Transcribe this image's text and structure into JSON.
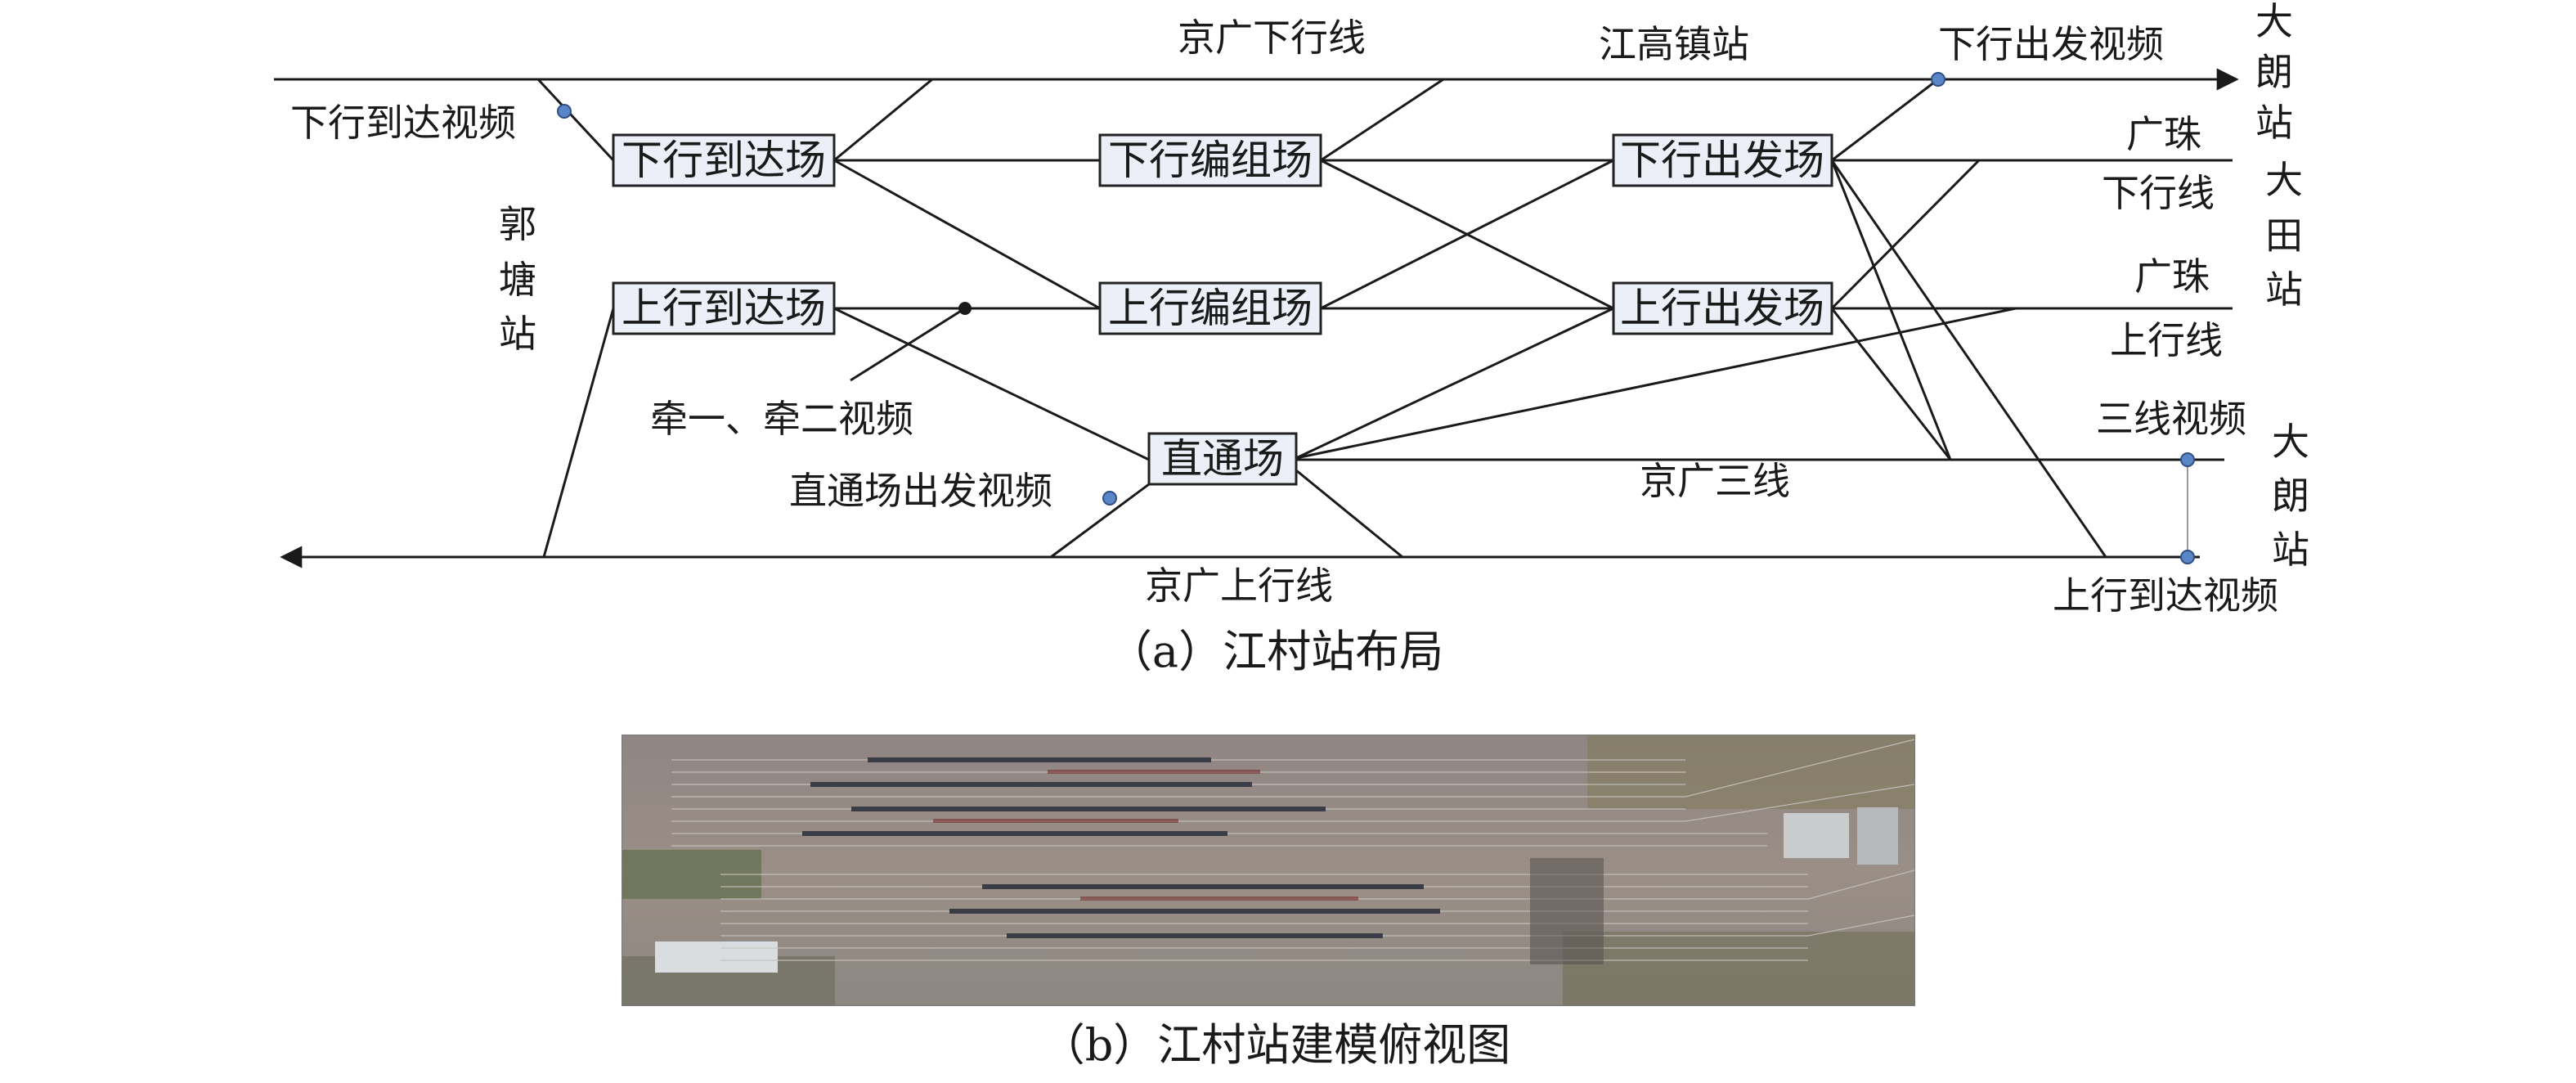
{
  "part_a": {
    "caption": "（a）江村站布局",
    "lines": {
      "jg_down": "京广下行线",
      "jg_up": "京广上行线",
      "jg_three": "京广三线",
      "gz_down_1": "广珠",
      "gz_down_2": "下行线",
      "gz_up_1": "广珠",
      "gz_up_2": "上行线"
    },
    "stations": {
      "jianggaozhen": "江高镇站",
      "guotang": [
        "郭",
        "塘",
        "站"
      ],
      "dalang_top": [
        "大",
        "朗",
        "站"
      ],
      "datian": [
        "大",
        "田",
        "站"
      ],
      "dalang_bottom": [
        "大",
        "朗",
        "站"
      ]
    },
    "yards": {
      "down_arrival": "下行到达场",
      "down_marshalling": "下行编组场",
      "down_departure": "下行出发场",
      "up_arrival": "上行到达场",
      "up_marshalling": "上行编组场",
      "up_departure": "上行出发场",
      "through": "直通场"
    },
    "videos": {
      "down_arrival": "下行到达视频",
      "down_departure": "下行出发视频",
      "traction": "牵一、牵二视频",
      "through_departure": "直通场出发视频",
      "three_line": "三线视频",
      "up_arrival": "上行到达视频"
    }
  },
  "part_b": {
    "caption": "（b）江村站建模俯视图"
  },
  "colors": {
    "track": "#1a1a1a",
    "yard_fill": "#eceff7",
    "camera_dot": "#5b86c6"
  }
}
